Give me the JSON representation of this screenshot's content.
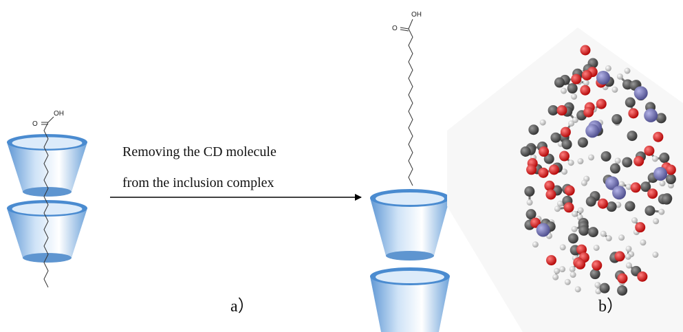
{
  "arrow_text": {
    "line1": "Removing the CD molecule",
    "line2": "from the inclusion complex"
  },
  "chem": {
    "hydroxyl": "OH",
    "carbonyl_o": "O"
  },
  "panel_labels": {
    "a": "a）",
    "b": "b）"
  },
  "colors": {
    "cd_body": "#7fb2e5",
    "cd_rim": "#4a8bd0",
    "oxygen": "#e00000",
    "carbon": "#555555",
    "hydrogen": "#cfcfcf",
    "metal": "#7b7bb5"
  }
}
